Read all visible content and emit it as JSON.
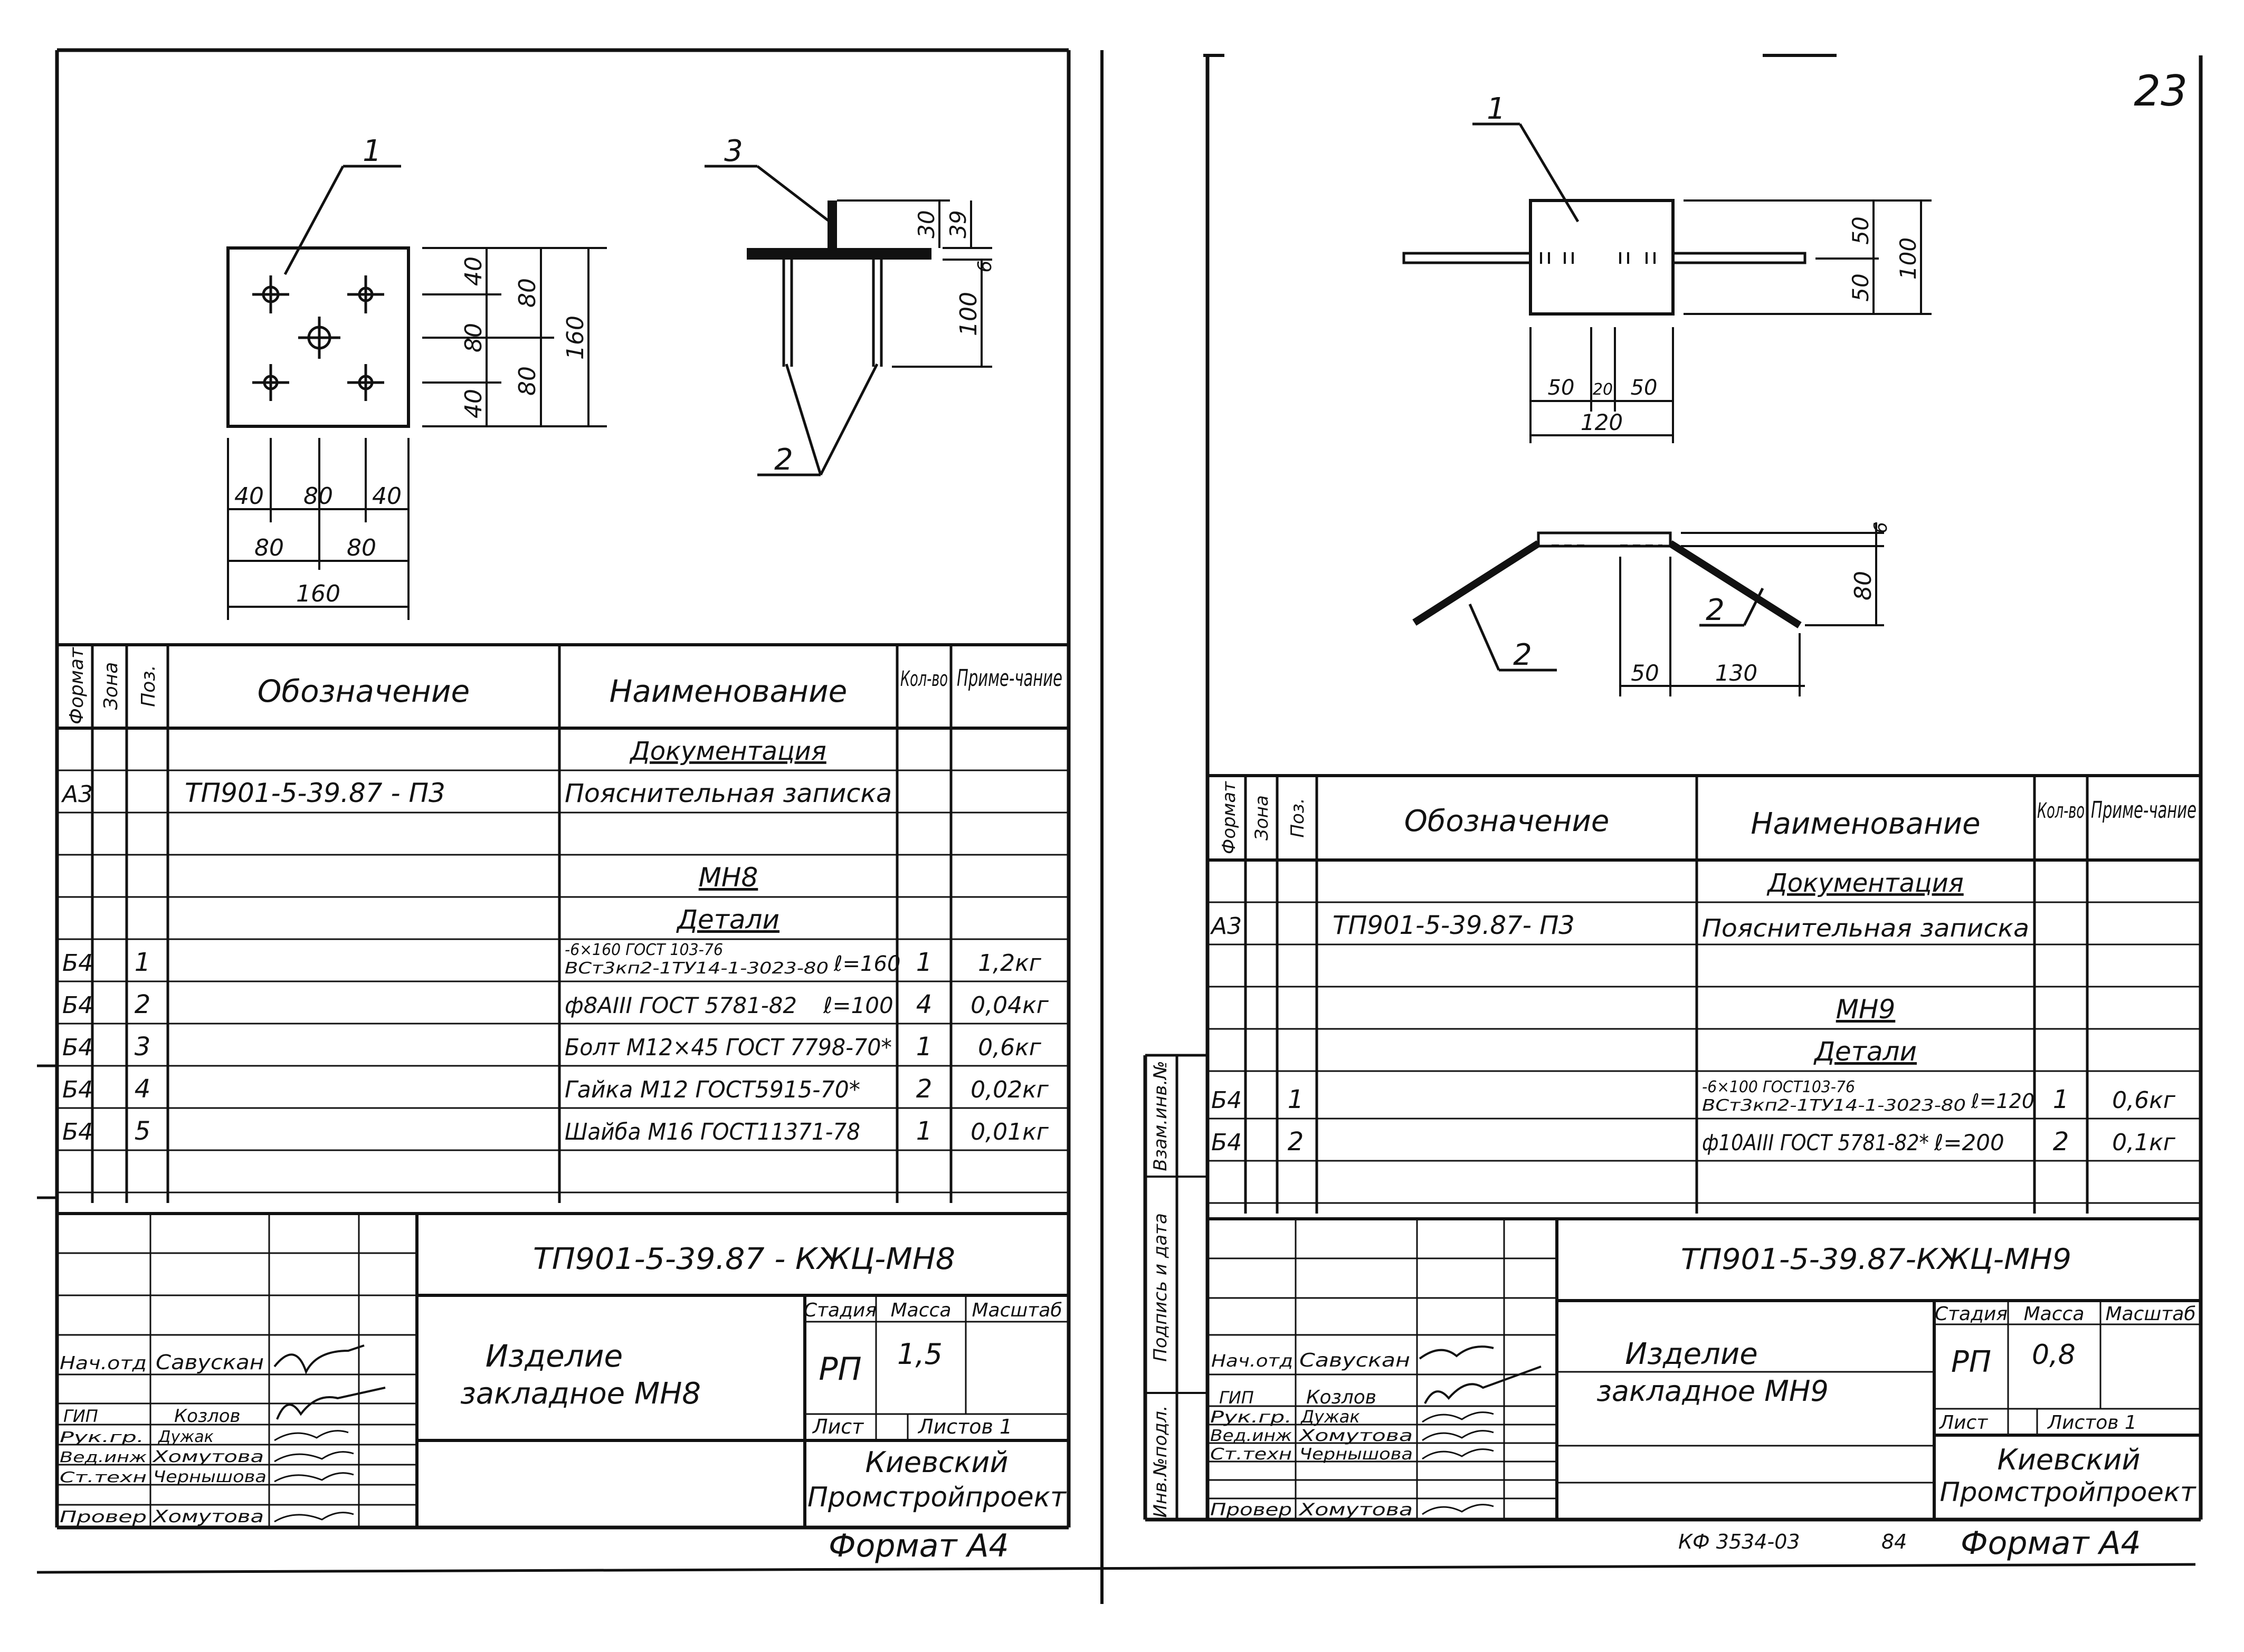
{
  "page_number": "23",
  "bottom_code": "КФ 3534-03",
  "bottom_num": "84",
  "left": {
    "callouts": {
      "c1": "1",
      "c2": "2",
      "c3": "3"
    },
    "dims": {
      "w40a": "40",
      "w80a": "80",
      "w40b": "40",
      "w80b": "80",
      "w80c": "80",
      "w160": "160",
      "h40a": "40",
      "h80a": "80",
      "h80b": "80",
      "h80c": "80",
      "h40b": "40",
      "h160": "160",
      "s30": "30",
      "s39": "39",
      "s6": "6",
      "s100": "100"
    },
    "header": {
      "format": "Формат",
      "zone": "Зона",
      "pos": "Поз.",
      "designation": "Обозначение",
      "name": "Наименование",
      "qty": "Кол-во",
      "note": "Приме-чание"
    },
    "rows": {
      "doc_section": "Документация",
      "r1_fmt": "А3",
      "r1_des": "ТП901-5-39.87 - П3",
      "r1_name": "Пояснительная записка",
      "mark": "МН8",
      "det_section": "Детали",
      "r2_fmt": "Б4",
      "r2_pos": "1",
      "r2_n1": "-6×160 ГОСТ 103-76",
      "r2_n2": "ВСт3кп2-1ТУ14-1-3023-80",
      "r2_len": "ℓ=160",
      "r2_qty": "1",
      "r2_note": "1,2кг",
      "r3_fmt": "Б4",
      "r3_pos": "2",
      "r3_name": "ф8АIII ГОСТ 5781-82",
      "r3_len": "ℓ=100",
      "r3_qty": "4",
      "r3_note": "0,04кг",
      "r4_fmt": "Б4",
      "r4_pos": "3",
      "r4_name": "Болт М12×45 ГОСТ 7798-70*",
      "r4_qty": "1",
      "r4_note": "0,6кг",
      "r5_fmt": "Б4",
      "r5_pos": "4",
      "r5_name": "Гайка М12 ГОСТ5915-70*",
      "r5_qty": "2",
      "r5_note": "0,02кг",
      "r6_fmt": "Б4",
      "r6_pos": "5",
      "r6_name": "Шайба М16 ГОСТ11371-78",
      "r6_qty": "1",
      "r6_note": "0,01кг"
    },
    "stamp": {
      "code": "ТП901-5-39.87 - КЖЦ-МН8",
      "title1": "Изделие",
      "title2": "закладное МН8",
      "stage_h": "Стадия",
      "mass_h": "Масса",
      "scale_h": "Масштаб",
      "stage": "РП",
      "mass": "1,5",
      "sheet_h": "Лист",
      "sheets_h": "Листов 1",
      "org1": "Киевский",
      "org2": "Промстройпроект",
      "p1_role": "Нач.отд",
      "p1_name": "Савускан",
      "p2_role": "ГИП",
      "p2_name": "Козлов",
      "p3_role": "Рук.гр.",
      "p3_name": "Дужак",
      "p4_role": "Вед.инж",
      "p4_name": "Хомутова",
      "p5_role": "Ст.техн",
      "p5_name": "Чернышова",
      "p6_role": "Провер",
      "p6_name": "Хомутова",
      "format": "Формат А4"
    }
  },
  "right": {
    "callouts": {
      "c1": "1",
      "c2a": "2",
      "c2b": "2"
    },
    "dims": {
      "h50a": "50",
      "h50b": "50",
      "h100": "100",
      "w50a": "50",
      "w20": "20",
      "w50b": "50",
      "w120": "120",
      "t6": "6",
      "t80": "80",
      "b50": "50",
      "b130": "130"
    },
    "side": {
      "s1": "Инв.№подл.",
      "s2": "Подпись и дата",
      "s3": "Взам.инв.№"
    },
    "header": {
      "format": "Формат",
      "zone": "Зона",
      "pos": "Поз.",
      "designation": "Обозначение",
      "name": "Наименование",
      "qty": "Кол-во",
      "note": "Приме-чание"
    },
    "rows": {
      "doc_section": "Документация",
      "r1_fmt": "А3",
      "r1_des": "ТП901-5-39.87- П3",
      "r1_name": "Пояснительная записка",
      "mark": "МН9",
      "det_section": "Детали",
      "r2_fmt": "Б4",
      "r2_pos": "1",
      "r2_n1": "-6×100 ГОСТ103-76",
      "r2_n2": "ВСт3кп2-1ТУ14-1-3023-80",
      "r2_len": "ℓ=120",
      "r2_qty": "1",
      "r2_note": "0,6кг",
      "r3_fmt": "Б4",
      "r3_pos": "2",
      "r3_name": "ф10АIII ГОСТ 5781-82*",
      "r3_len": "ℓ=200",
      "r3_qty": "2",
      "r3_note": "0,1кг"
    },
    "stamp": {
      "code": "ТП901-5-39.87-КЖЦ-МН9",
      "title1": "Изделие",
      "title2": "закладное МН9",
      "stage_h": "Стадия",
      "mass_h": "Масса",
      "scale_h": "Масштаб",
      "stage": "РП",
      "mass": "0,8",
      "sheet_h": "Лист",
      "sheets_h": "Листов 1",
      "org1": "Киевский",
      "org2": "Промстройпроект",
      "p1_role": "Нач.отд",
      "p1_name": "Савускан",
      "p2_role": "ГИП",
      "p2_name": "Козлов",
      "p3_role": "Рук.гр.",
      "p3_name": "Дужак",
      "p4_role": "Вед.инж",
      "p4_name": "Хомутова",
      "p5_role": "Ст.техн",
      "p5_name": "Чернышова",
      "p6_role": "Провер",
      "p6_name": "Хомутова",
      "format": "Формат А4"
    }
  }
}
